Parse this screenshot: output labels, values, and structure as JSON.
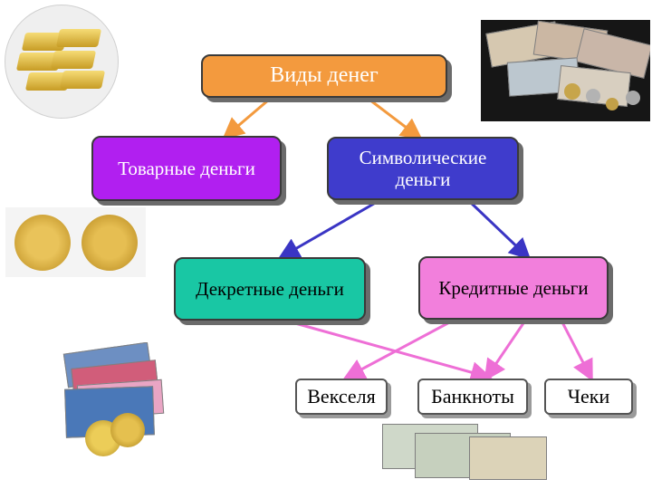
{
  "diagram": {
    "root": {
      "label": "Виды денег",
      "fill": "#f39a3e",
      "text_color": "#ffffff"
    },
    "commodity": {
      "label": "Товарные деньги",
      "fill": "#b11ff0",
      "text_color": "#ffffff"
    },
    "symbolic": {
      "label": "Символические\nденьги",
      "fill": "#3f3ccc",
      "text_color": "#ffffff"
    },
    "fiat": {
      "label": "Декретные деньги",
      "fill": "#19c7a4",
      "text_color": "#000000"
    },
    "credit": {
      "label": "Кредитные деньги",
      "fill": "#f27fdc",
      "text_color": "#000000"
    },
    "bills_of_exchange": {
      "label": "Векселя"
    },
    "banknotes": {
      "label": "Банкноты"
    },
    "checks": {
      "label": "Чеки"
    }
  },
  "colors": {
    "root_arrows": "#f39a3e",
    "symbolic_arrows": "#3a35c4",
    "credit_arrows": "#ee6fd6"
  },
  "images": {
    "gold_bars": "gold-bars-photo",
    "banknotes_coins": "rubles-banknotes-coins-photo",
    "gold_coins": "gold-coins-photo",
    "foreign_currency": "currency-notes-dollar-coin-photo",
    "paper_notes": "dollar-yen-banknotes-photo"
  }
}
